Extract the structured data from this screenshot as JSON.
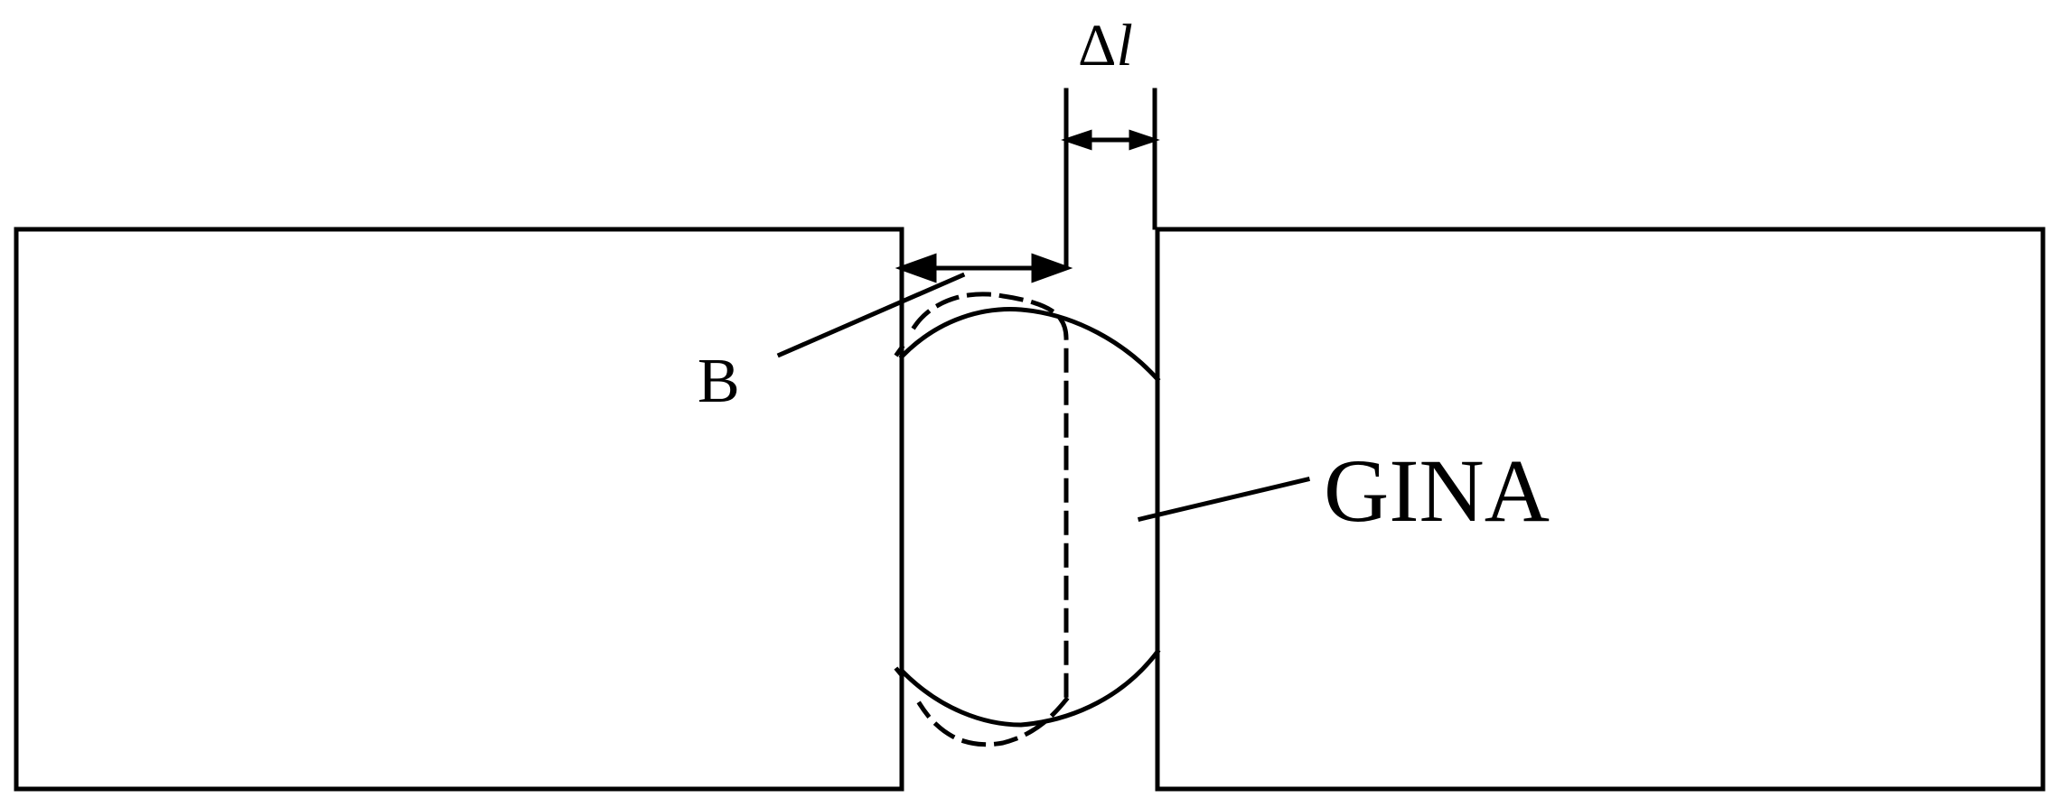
{
  "labels": {
    "b": "B",
    "gina": "GINA",
    "delta_symbol": "Δ",
    "delta_var": "l"
  },
  "colors": {
    "stroke": "#000000",
    "background": "#ffffff"
  }
}
